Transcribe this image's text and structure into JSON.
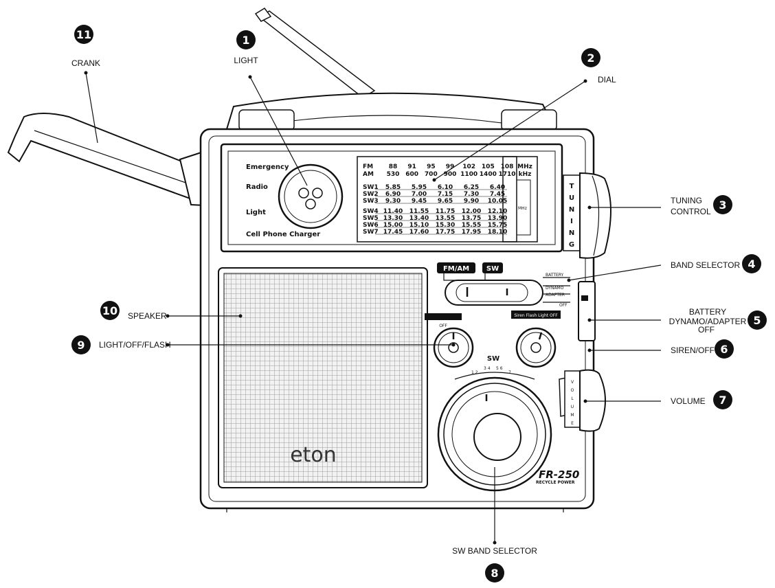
{
  "callouts": [
    {
      "number": "11",
      "label": "CRANK"
    },
    {
      "number": "1",
      "label": "LIGHT"
    },
    {
      "number": "2",
      "label": "DIAL"
    },
    {
      "number": "3",
      "label": "TUNING CONTROL",
      "label_lines": [
        "TUNING",
        "CONTROL"
      ]
    },
    {
      "number": "4",
      "label": "BAND SELECTOR"
    },
    {
      "number": "5",
      "label": "BATTERY DYNAMO/ADAPTER OFF",
      "label_lines": [
        "BATTERY",
        "DYNAMO/ADAPTER",
        "OFF"
      ]
    },
    {
      "number": "6",
      "label": "SIREN/OFF"
    },
    {
      "number": "7",
      "label": "VOLUME"
    },
    {
      "number": "8",
      "label": "SW BAND SELECTOR"
    },
    {
      "number": "9",
      "label": "LIGHT/OFF/FLASH"
    },
    {
      "number": "10",
      "label": "SPEAKER"
    }
  ],
  "front_panel": {
    "features": [
      "Emergency",
      "Radio",
      "Light",
      "Cell Phone Charger"
    ],
    "tuning_letters": [
      "T",
      "U",
      "N",
      "I",
      "N",
      "G"
    ],
    "volume_letters": [
      "V",
      "O",
      "L",
      "U",
      "M",
      "E"
    ],
    "band_buttons": [
      "FM/AM",
      "SW"
    ],
    "power_switch_labels": [
      "BATTERY",
      "DYNAMO",
      "ADAPTER",
      "OFF"
    ],
    "sw_label": "SW",
    "sw_scale": [
      "1 2",
      "3 4",
      "5 6",
      "7"
    ],
    "light_knob_label": "OFF",
    "siren_knob_label": "Siren Flash Light OFF",
    "brand": "eton",
    "model": "FR-250",
    "model_sub": "RECYCLE POWER"
  },
  "dial_scale": {
    "rows": [
      {
        "band": "FM",
        "values": [
          "88",
          "91",
          "95",
          "99",
          "102",
          "105",
          "108"
        ],
        "unit": "MHz"
      },
      {
        "band": "AM",
        "values": [
          "530",
          "600",
          "700",
          "900",
          "1100",
          "1400",
          "1710"
        ],
        "unit": "kHz"
      },
      {
        "band": "SW1",
        "values": [
          "5.85",
          "5.95",
          "6.10",
          "6.25",
          "6.40"
        ]
      },
      {
        "band": "SW2",
        "values": [
          "6.90",
          "7.00",
          "7.15",
          "7.30",
          "7.45"
        ]
      },
      {
        "band": "SW3",
        "values": [
          "9.30",
          "9.45",
          "9.65",
          "9.90",
          "10.05"
        ]
      },
      {
        "band": "SW4",
        "values": [
          "11.40",
          "11.55",
          "11.75",
          "12.00",
          "12.10"
        ]
      },
      {
        "band": "SW5",
        "values": [
          "13.30",
          "13.40",
          "13.55",
          "13.75",
          "13.90"
        ]
      },
      {
        "band": "SW6",
        "values": [
          "15.00",
          "15.10",
          "15.30",
          "15.55",
          "15.75"
        ]
      },
      {
        "band": "SW7",
        "values": [
          "17.45",
          "17.60",
          "17.75",
          "17.95",
          "18.10"
        ]
      }
    ],
    "sw_unit": "MHz"
  }
}
